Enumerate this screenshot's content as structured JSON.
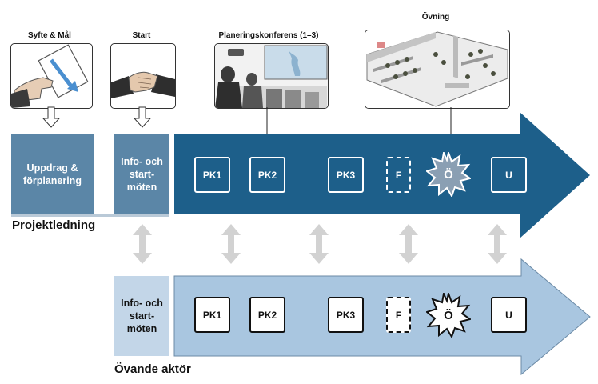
{
  "phases": {
    "syfte": "Syfte & Mål",
    "start": "Start",
    "planering": "Planeringskonferens (1–3)",
    "ovning": "Övning"
  },
  "top_lane": {
    "box_label": "Uppdrag & förplanering",
    "info_label": "Info- och start-möten",
    "section_title": "Projektledning",
    "markers": [
      "PK1",
      "PK2",
      "PK3",
      "F",
      "Ö",
      "U"
    ]
  },
  "bottom_lane": {
    "info_label": "Info- och start-möten",
    "section_title": "Övande aktör",
    "markers": [
      "PK1",
      "PK2",
      "PK3",
      "F",
      "Ö",
      "U"
    ]
  },
  "colors": {
    "top_arrow": "#1d5f8a",
    "top_box": "#5b86a7",
    "bottom_arrow": "#a9c6e0",
    "bottom_box": "#c3d6e8",
    "connector": "#cfcfcf"
  }
}
